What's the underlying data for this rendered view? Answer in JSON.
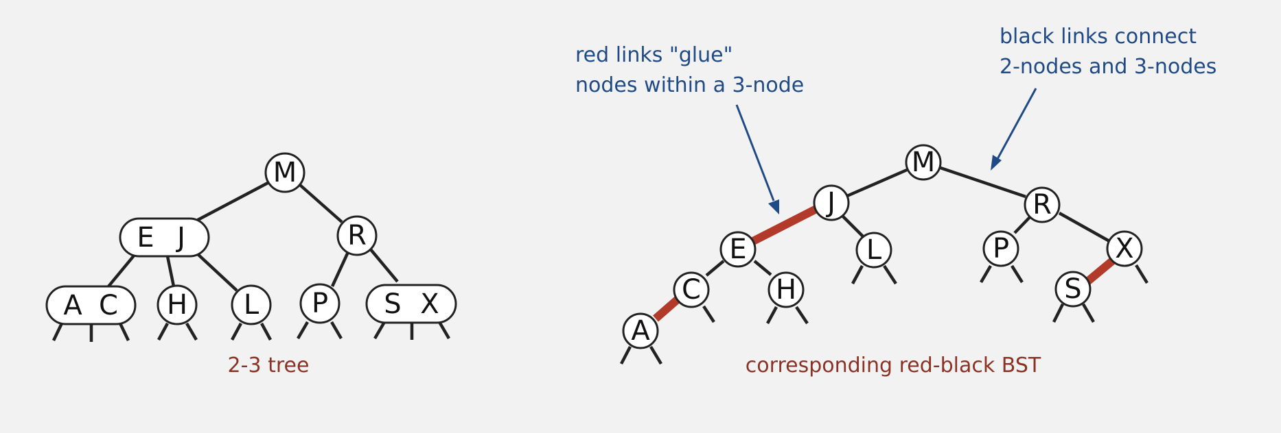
{
  "tree23": {
    "caption": "2-3 tree",
    "root": "M",
    "left": [
      "E",
      "J"
    ],
    "right": "R",
    "leaves": [
      [
        "A",
        "C"
      ],
      "H",
      "L",
      "P",
      [
        "S",
        "X"
      ]
    ]
  },
  "rbbst": {
    "caption": "corresponding red-black BST",
    "nodes": [
      "M",
      "J",
      "R",
      "E",
      "L",
      "P",
      "X",
      "C",
      "H",
      "S",
      "A"
    ],
    "red_links": [
      [
        "J",
        "E"
      ],
      [
        "C",
        "A"
      ],
      [
        "X",
        "S"
      ]
    ]
  },
  "annotations": {
    "red_links_line1": "red links \"glue\"",
    "red_links_line2": "nodes within a 3-node",
    "black_links_line1": "black links connect",
    "black_links_line2": "2-nodes and 3-nodes"
  },
  "colors": {
    "background": "#f2f2f2",
    "red_link": "#b23a2a",
    "black_link": "#222222",
    "caption": "#8a3324",
    "annotation": "#1f4a85"
  }
}
